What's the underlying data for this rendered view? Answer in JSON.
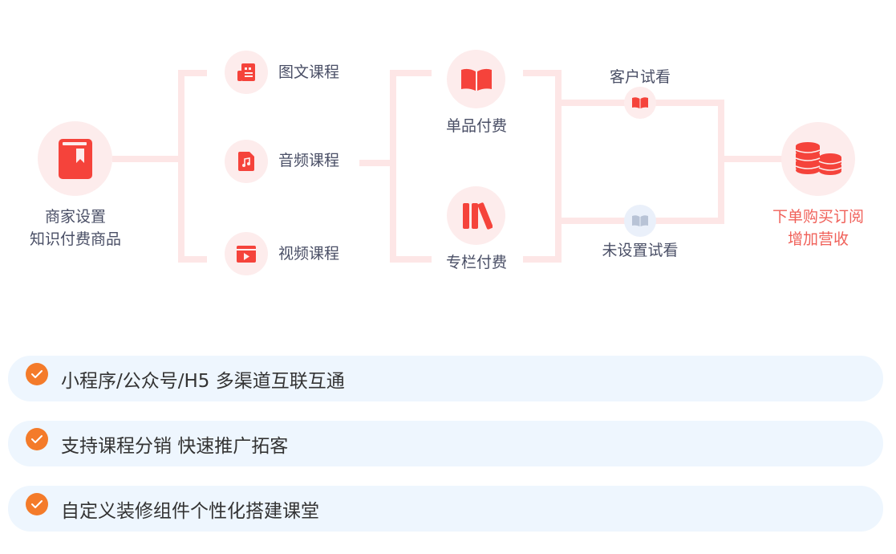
{
  "colors": {
    "accent_red": "#F5433B",
    "label_red": "#F0615A",
    "text_dark": "#4A4F66",
    "connector": "#FDE6E6",
    "circle_bg": "#FDECEC",
    "circle_grey_bg": "#EAF0FA",
    "icon_grey": "#B8C3D6",
    "check_orange": "#F47B2A",
    "feature_bg": "#EEF6FE"
  },
  "diagram": {
    "source": {
      "icon": "bookmark-book-icon",
      "line1": "商家设置",
      "line2": "知识付费商品"
    },
    "course_types": [
      {
        "icon": "article-icon",
        "label": "图文课程"
      },
      {
        "icon": "audio-file-icon",
        "label": "音频课程"
      },
      {
        "icon": "video-icon",
        "label": "视频课程"
      }
    ],
    "payment_modes": [
      {
        "icon": "open-book-icon",
        "label": "单品付费"
      },
      {
        "icon": "books-icon",
        "label": "专栏付费"
      }
    ],
    "trial": [
      {
        "icon": "open-book-icon",
        "label": "客户试看",
        "state": "active"
      },
      {
        "icon": "open-book-grey-icon",
        "label": "未设置试看",
        "state": "inactive"
      }
    ],
    "result": {
      "icon": "coins-stack-icon",
      "line1": "下单购买订阅",
      "line2": "增加营收"
    }
  },
  "features": [
    {
      "icon": "check-circle-icon",
      "text": "小程序/公众号/H5 多渠道互联互通"
    },
    {
      "icon": "check-circle-icon",
      "text": "支持课程分销 快速推广拓客"
    },
    {
      "icon": "check-circle-icon",
      "text": "自定义装修组件个性化搭建课堂"
    }
  ]
}
